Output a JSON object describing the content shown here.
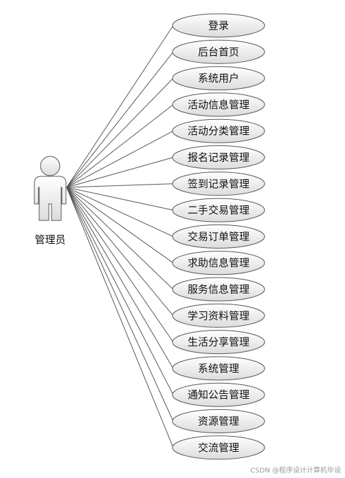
{
  "actor": {
    "label": "管理员"
  },
  "use_cases": [
    "登录",
    "后台首页",
    "系统用户",
    "活动信息管理",
    "活动分类管理",
    "报名记录管理",
    "签到记录管理",
    "二手交易管理",
    "交易订单管理",
    "求助信息管理",
    "服务信息管理",
    "学习资料管理",
    "生活分享管理",
    "系统管理",
    "通知公告管理",
    "资源管理",
    "交流管理"
  ],
  "watermark": "CSDN @程序设计计算机毕设",
  "colors": {
    "stroke": "#555555",
    "fill_top": "#ffffff",
    "fill_bottom": "#dcdcdc"
  }
}
